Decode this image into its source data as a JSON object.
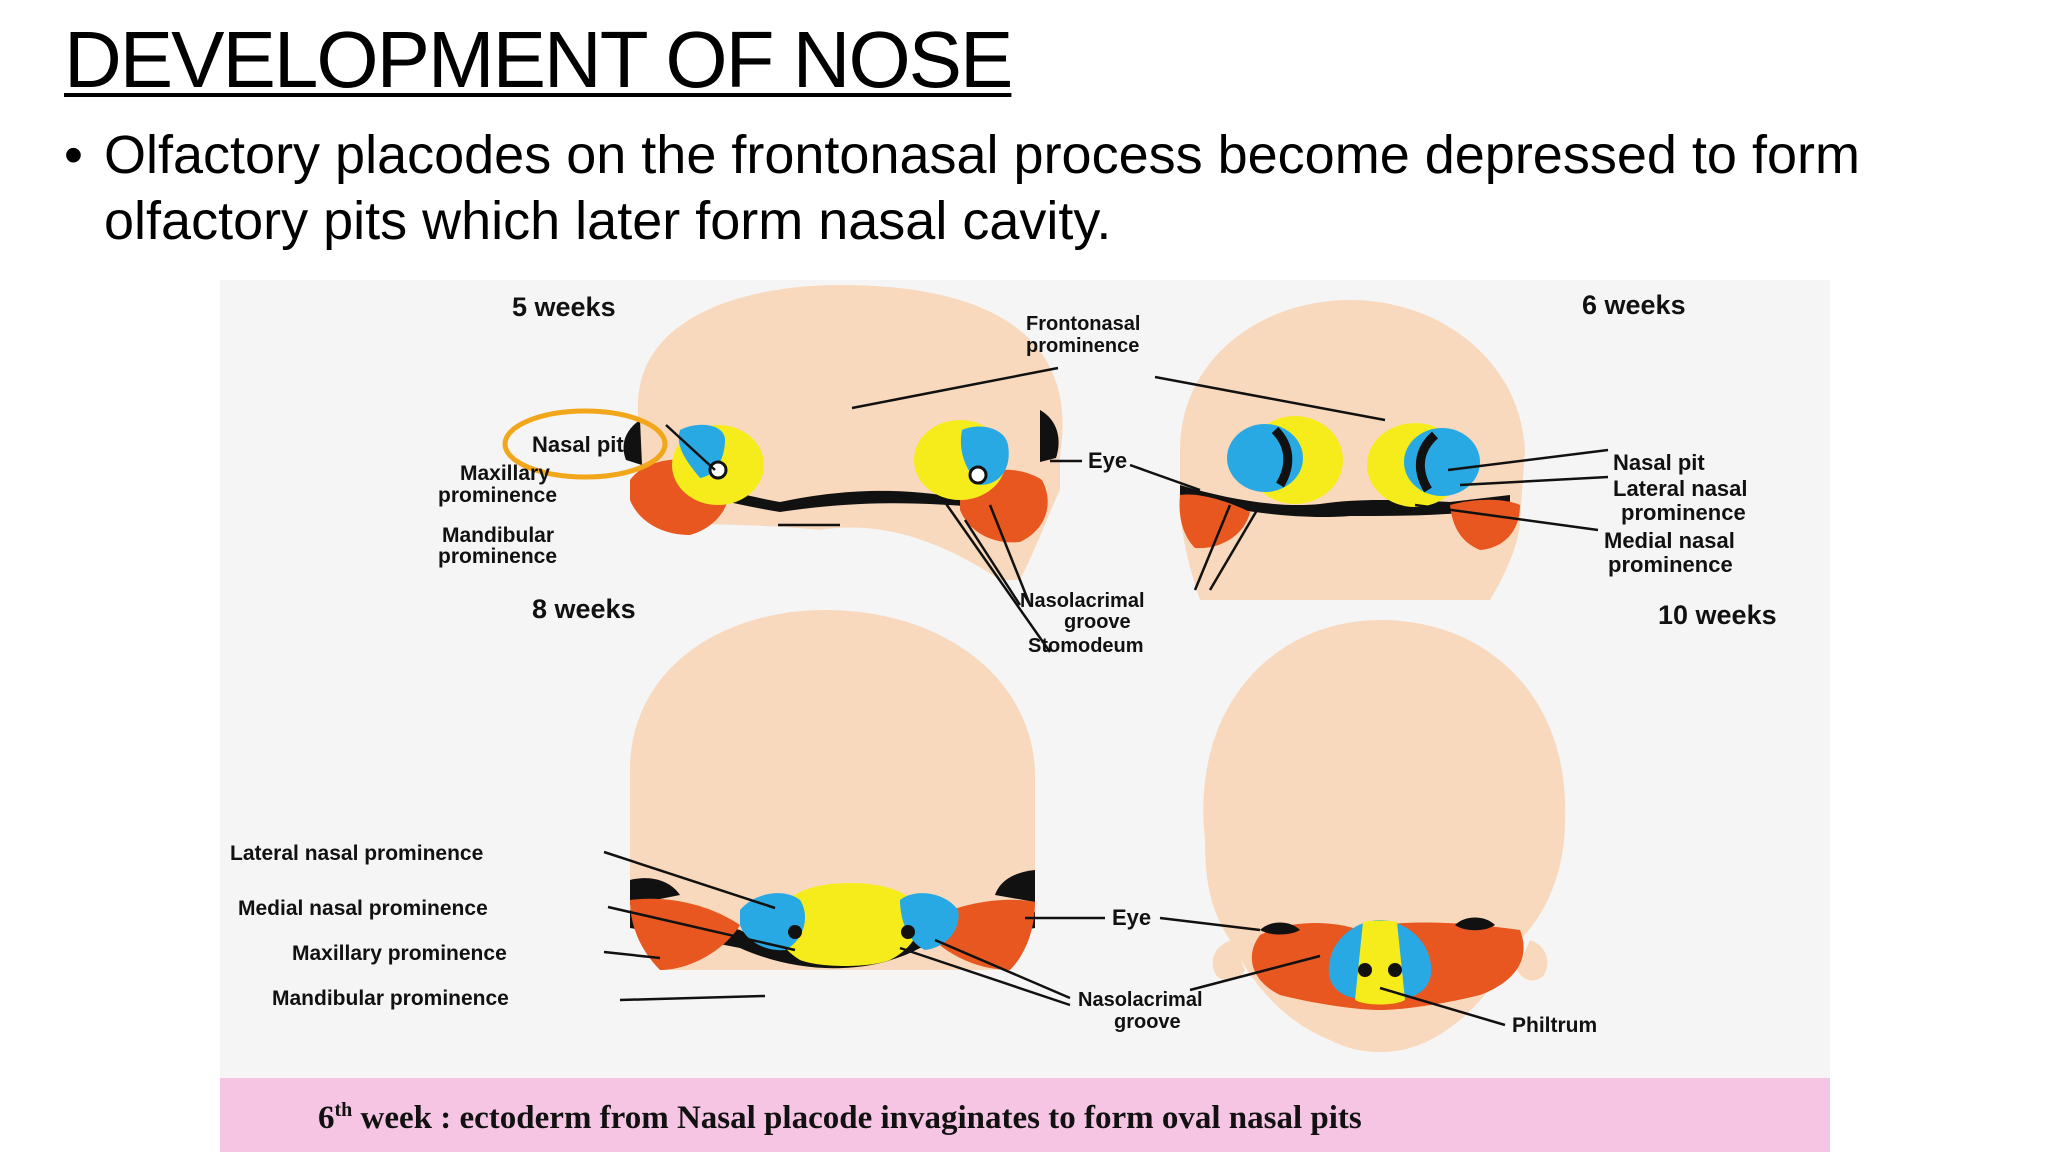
{
  "title": "DEVELOPMENT OF NOSE",
  "bullet": "Olfactory placodes on the frontonasal process become depressed to form olfactory pits which later form nasal cavity.",
  "colors": {
    "skin": "#f8d9bd",
    "blue": "#29a9e3",
    "yellow": "#f6ec1c",
    "red": "#e8571f",
    "dark": "#111111",
    "highlight": "#f2a71b",
    "caption_band": "#f6c5e3"
  },
  "figure": {
    "panels": {
      "w5": {
        "label": "5 weeks",
        "nasal_pit": "Nasal pit",
        "maxillary_1": "Maxillary",
        "maxillary_2": "prominence",
        "mandibular_1": "Mandibular",
        "mandibular_2": "prominence",
        "frontonasal_1": "Frontonasal",
        "frontonasal_2": "prominence",
        "eye": "Eye",
        "nasolacrimal_1": "Nasolacrimal",
        "nasolacrimal_2": "groove",
        "stomodeum": "Stomodeum"
      },
      "w6": {
        "label": "6 weeks",
        "nasal_pit": "Nasal pit",
        "lateral_1": "Lateral nasal",
        "lateral_2": "prominence",
        "medial_1": "Medial nasal",
        "medial_2": "prominence"
      },
      "w8": {
        "label": "8 weeks",
        "lateral": "Lateral nasal prominence",
        "medial": "Medial nasal prominence",
        "maxillary": "Maxillary prominence",
        "mandibular": "Mandibular prominence",
        "eye": "Eye",
        "nasolacrimal_1": "Nasolacrimal",
        "nasolacrimal_2": "groove"
      },
      "w10": {
        "label": "10 weeks",
        "philtrum": "Philtrum"
      }
    },
    "caption": {
      "number": "6",
      "suffix": "th",
      "text": " week : ectoderm from Nasal placode invaginates to form oval nasal pits"
    }
  }
}
